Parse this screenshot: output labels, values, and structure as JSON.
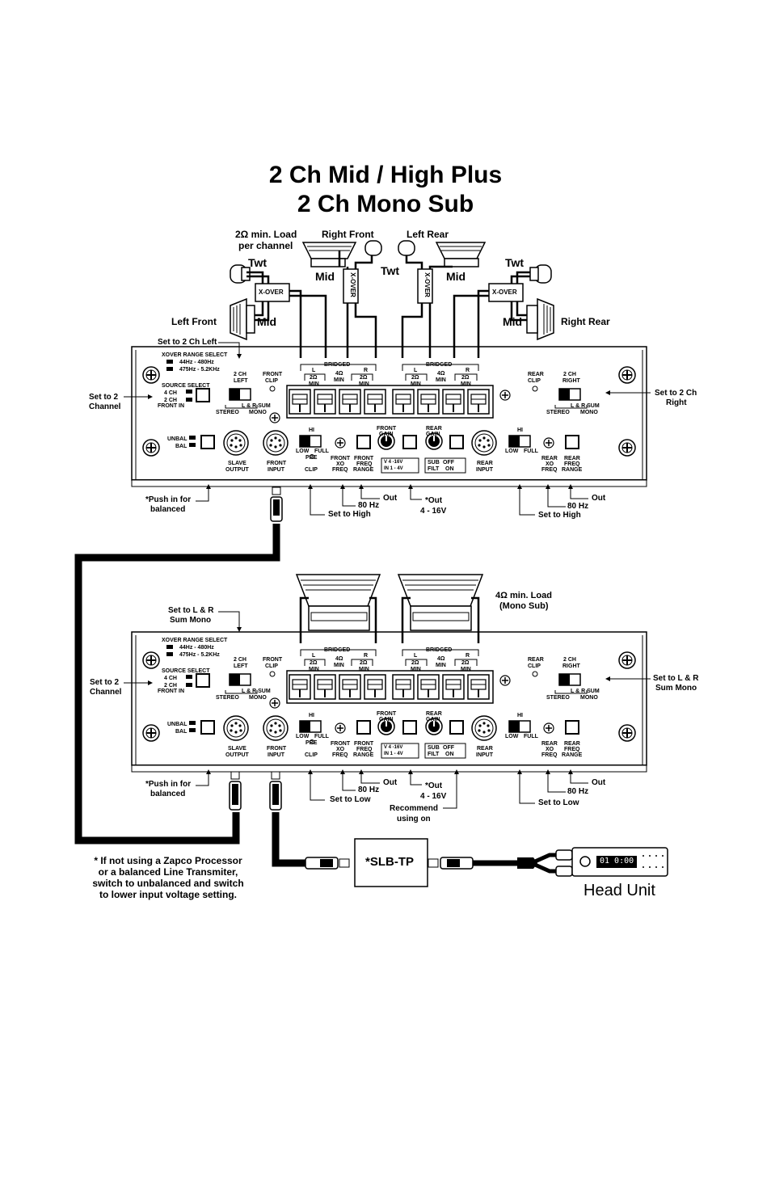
{
  "title": {
    "line1": "2 Ch Mid / High Plus",
    "line2": "2 Ch Mono Sub"
  },
  "top_labels": {
    "load": "2Ω min. Load",
    "per_channel": "per channel",
    "right_front": "Right Front",
    "left_rear": "Left Rear",
    "twt": "Twt",
    "mid": "Mid",
    "xover": "X-OVER",
    "left_front": "Left Front",
    "right_rear": "Right Rear",
    "set_2ch_left": "Set to 2 Ch Left",
    "set_to_2_a": "Set to 2",
    "channel_a": "Channel",
    "set_2ch_b": "Set to 2 Ch",
    "right_b": "Right"
  },
  "amp_panel": {
    "xover_range_select": "XOVER RANGE SELECT",
    "range_a": "44Hz - 480Hz",
    "range_b": "475Hz - 5.2KHz",
    "source_select": "SOURCE SELECT",
    "ch4": "4 CH",
    "ch2": "2 CH",
    "front_in": "FRONT IN",
    "ch2_left_1": "2 CH",
    "ch2_left_2": "LEFT",
    "ch2_right_1": "2 CH",
    "ch2_right_2": "RIGHT",
    "stereo": "STEREO",
    "lr_sum": "L & R SUM",
    "mono": "MONO",
    "front_clip_1": "FRONT",
    "front_clip_2": "CLIP",
    "rear_clip_1": "REAR",
    "rear_clip_2": "CLIP",
    "bridged": "BRIDGED",
    "l": "L",
    "r": "R",
    "two_ohm": "2Ω",
    "four_ohm": "4Ω",
    "min": "MIN",
    "unbal": "UNBAL",
    "bal": "BAL",
    "slave_1": "SLAVE",
    "slave_2": "OUTPUT",
    "front_input_1": "FRONT",
    "front_input_2": "INPUT",
    "hi": "HI",
    "low": "LOW",
    "full": "FULL",
    "pre_1": "PRE",
    "pre_2": "CLIP",
    "front_xo_1": "FRONT",
    "front_xo_2": "XO",
    "front_xo_3": "FREQ",
    "front_freq_1": "FRONT",
    "front_freq_2": "FREQ",
    "front_freq_3": "RANGE",
    "front_gain_1": "FRONT",
    "front_gain_2": "GAIN",
    "rear_gain_1": "REAR",
    "rear_gain_2": "GAIN",
    "v_range_a": "V  4 -16V",
    "v_range_b": "IN  1 - 4V",
    "sub_1": "SUB",
    "sub_2": "FILT",
    "off": "OFF",
    "on": "ON",
    "rear_input_1": "REAR",
    "rear_input_2": "INPUT",
    "rear_xo_1": "REAR",
    "rear_xo_2": "XO",
    "rear_xo_3": "FREQ",
    "rear_freq_1": "REAR",
    "rear_freq_2": "FREQ",
    "rear_freq_3": "RANGE"
  },
  "amp1_callouts": {
    "push_in_1": "*Push in for",
    "push_in_2": "balanced",
    "out_a": "Out",
    "hz80_a": "80 Hz",
    "set_high_a": "Set to High",
    "out_b": "*Out",
    "v_b": "4 - 16V",
    "out_c": "Out",
    "hz80_c": "80 Hz",
    "set_high_c": "Set to High"
  },
  "sub_labels": {
    "load_1": "4Ω min. Load",
    "load_2": "(Mono Sub)",
    "set_lr_1": "Set to L & R",
    "set_lr_2": "Sum Mono",
    "set_to_2": "Set to 2",
    "channel": "Channel",
    "set_lr_right_1": "Set to L & R",
    "set_lr_right_2": "Sum Mono"
  },
  "amp2_callouts": {
    "push_in_1": "*Push in for",
    "push_in_2": "balanced",
    "out_a": "Out",
    "hz80_a": "80 Hz",
    "set_low_a": "Set to Low",
    "out_b": "*Out",
    "v_b": "4 - 16V",
    "recommend_1": "Recommend",
    "recommend_2": "using on",
    "out_c": "Out",
    "hz80_c": "80 Hz",
    "set_low_c": "Set to Low"
  },
  "footnote": {
    "line1": "* If not using a Zapco Processor",
    "line2": "or a balanced Line Transmiter,",
    "line3": "switch to unbalanced and switch",
    "line4": "to lower input voltage setting."
  },
  "slb": "*SLB-TP",
  "head_unit": {
    "label": "Head Unit",
    "display": "01  0:00"
  }
}
